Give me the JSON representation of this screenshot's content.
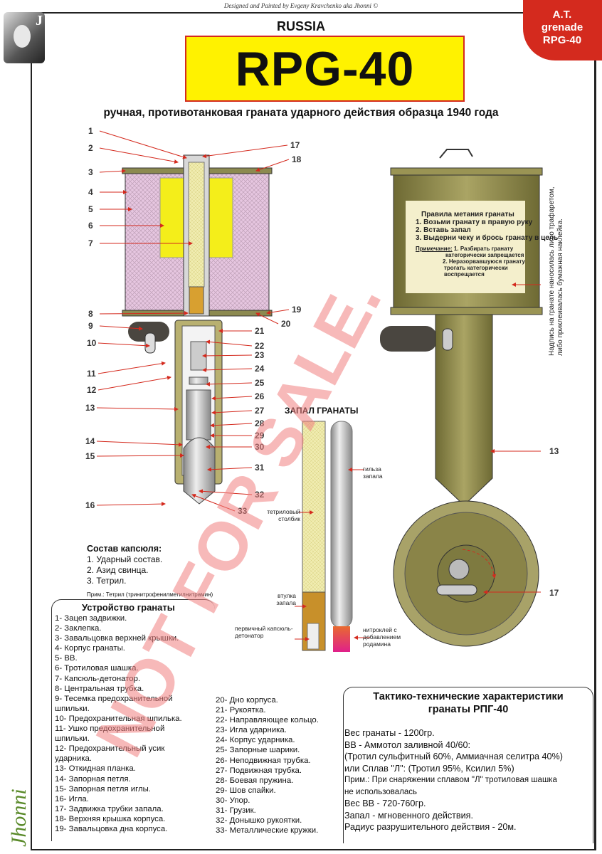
{
  "credit": "Designed and Painted by Evgeny Kravchenko aka Jhonni ©",
  "corner_badge": [
    "A.T.",
    "grenade",
    "RPG-40"
  ],
  "country": "RUSSIA",
  "title": "RPG-40",
  "subtitle": "ручная, противотанковая граната ударного действия образца 1940 года",
  "watermark": "NOT FOR SALE.",
  "signature": "Jhonni",
  "photo_badge": "J",
  "callouts": [
    "1",
    "2",
    "3",
    "4",
    "5",
    "6",
    "7",
    "8",
    "9",
    "10",
    "11",
    "12",
    "13",
    "14",
    "15",
    "16",
    "17",
    "18",
    "19",
    "20",
    "21",
    "22",
    "23",
    "24",
    "25",
    "26",
    "27",
    "28",
    "29",
    "30",
    "31",
    "32",
    "33"
  ],
  "side_view": {
    "label_title": "Правила метания гранаты",
    "label_rules": [
      "1. Возьми гранату в правую руку",
      "2. Вставь запал",
      "3. Выдерни чеку и брось гранату в цель"
    ],
    "note_head": "Примечание:",
    "note_lines": [
      "1. Разбирать гранату",
      "категорически запрещается",
      "2. Неразорвавшуюся гранату",
      "трогать категорически",
      "воспрещается"
    ],
    "callout_13": "13",
    "callout_17": "17",
    "vertical_note": [
      "Надпись на гранате наносилась либо трафаретом,",
      "либо приклеивалась бумажная наклейка."
    ]
  },
  "fuze": {
    "title": "ЗАПАЛ ГРАНАТЫ",
    "labels": {
      "sleeve": "гильза запала",
      "tetryl": "тетриловый столбик",
      "bushing": "втулка запала",
      "primer": "первичный капсюль-детонатор",
      "nitro": "нитроклей с добавлением родамина"
    }
  },
  "capsule": {
    "title": "Состав капсюля:",
    "items": [
      "1. Ударный состав.",
      "2. Азид свинца.",
      "3. Тетрил."
    ],
    "note": "Прим.: Тетрил (тринитрофенилметилнитрамин)"
  },
  "device": {
    "title": "Устройство гранаты",
    "col1": [
      "1- Зацеп задвижки.",
      "2- Заклепка.",
      "3- Завальцовка верхней крышки.",
      "4- Корпус гранаты.",
      "5- ВВ.",
      "6- Тротиловая шашка.",
      "7- Капсюль-детонатор.",
      "8- Центральная трубка.",
      "9- Тесемка предохранительной",
      "шпильки.",
      "10- Предохранительная шпилька.",
      "11- Ушко предохранительной",
      "шпильки.",
      "12- Предохранительный усик",
      "ударника.",
      "13- Откидная планка.",
      "14- Запорная петля.",
      "15- Запорная петля иглы.",
      "16- Игла.",
      "17- Задвижка трубки запала.",
      "18- Верхняя крышка корпуса.",
      "19- Завальцовка дна корпуса."
    ],
    "col2": [
      "20- Дно корпуса.",
      "21- Рукоятка.",
      "22- Направляющее кольцо.",
      "23- Игла ударника.",
      "24- Корпус ударника.",
      "25- Запорные шарики.",
      "26- Неподвижная трубка.",
      "27- Подвижная трубка.",
      "28- Боевая пружина.",
      "29- Шов спайки.",
      "30- Упор.",
      "31- Грузик.",
      "32- Донышко рукоятки.",
      "33- Металлические кружки."
    ]
  },
  "specs": {
    "title": [
      "Тактико-технические характеристики",
      "гранаты РПГ-40"
    ],
    "lines": [
      "Вес гранаты - 1200гр.",
      "ВВ - Аммотол заливной 40/60:",
      "(Тротил сульфитный 60%, Аммиачная селитра 40%)",
      "или Сплав \"Л\": (Тротил 95%, Ксилил 5%)",
      "Прим.: При снаряжении сплавом \"Л\" тротиловая шашка",
      "не использовалась",
      "Вес ВВ - 720-760гр.",
      "Запал - мгновенного действия.",
      "Радиус разрушительного действия - 20м."
    ]
  },
  "colors": {
    "accent": "#d42a1e",
    "title_bg": "#fff200",
    "olive": "#8e8a48",
    "explosive": "#e8c8e0",
    "tnt": "#f4ee1a"
  }
}
